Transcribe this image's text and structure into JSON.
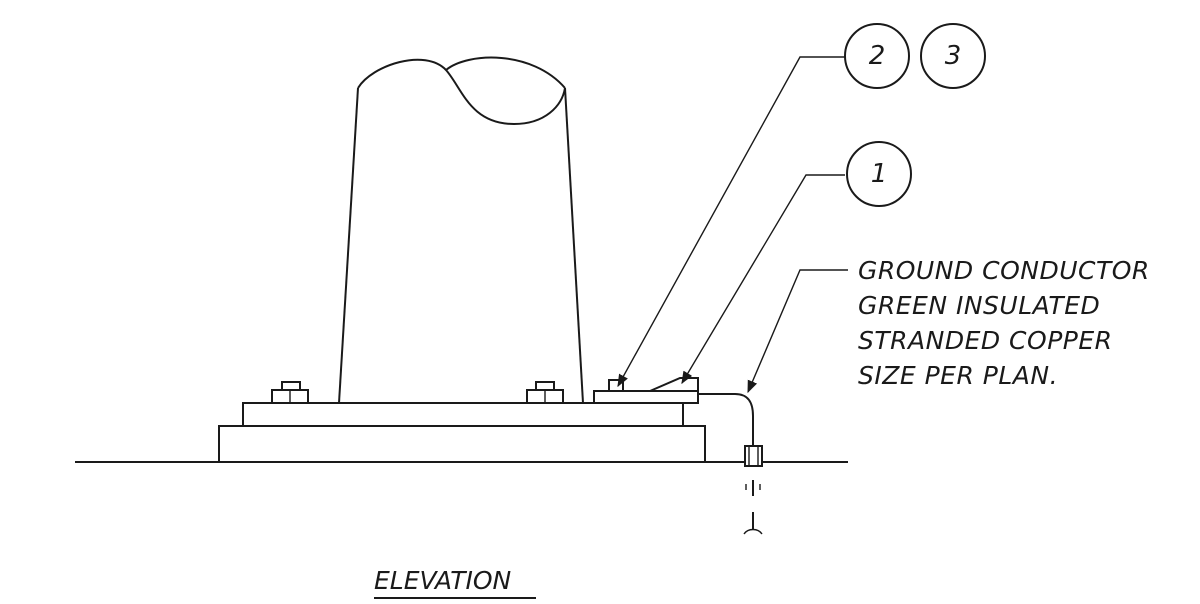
{
  "callouts": {
    "two": "2",
    "three": "3",
    "one": "1"
  },
  "note": {
    "line1": "GROUND CONDUCTOR",
    "line2": "GREEN INSULATED",
    "line3": "STRANDED COPPER",
    "line4": "SIZE PER PLAN."
  },
  "title": "ELEVATION"
}
